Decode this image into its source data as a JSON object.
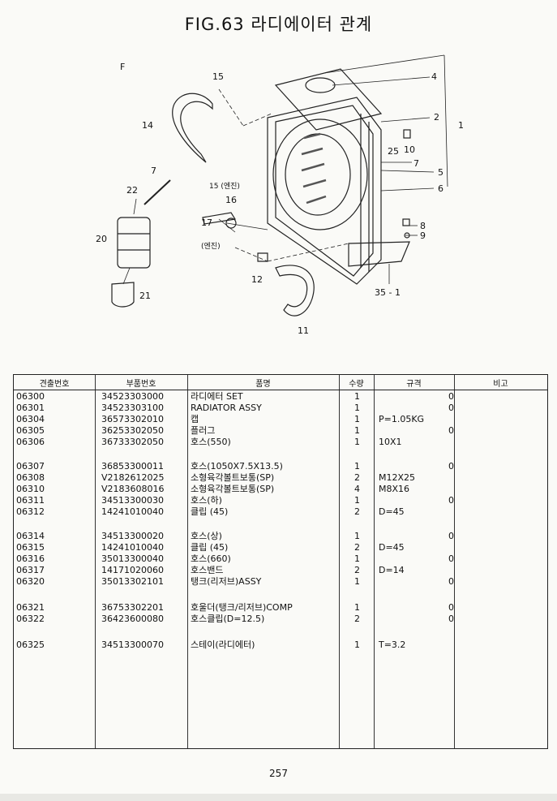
{
  "figure": {
    "title": "FIG.63 라디에이터 관계",
    "callouts": {
      "f": "F",
      "n1": "1",
      "n2": "2",
      "n4": "4",
      "n5": "5",
      "n6": "6",
      "n7a": "7",
      "n7b": "7",
      "n8": "8",
      "n9": "9",
      "n10": "10",
      "n11": "11",
      "n12": "12",
      "n14": "14",
      "n15a": "15",
      "n15b": "15 (엔진)",
      "n16": "16",
      "n17": "17",
      "n20": "20",
      "n21": "21",
      "n22": "22",
      "n25": "25",
      "n35": "35 - 1",
      "engine": "(엔진)"
    }
  },
  "table": {
    "headers": {
      "no": "견출번호",
      "part_no": "부품번호",
      "name": "품명",
      "qty": "수량",
      "spec": "규격",
      "note": "비고"
    },
    "rows": [
      {
        "no": "06300",
        "part_no": "34523303000",
        "name": "라디에터 SET",
        "qty": "1",
        "spec": "",
        "chk": "0"
      },
      {
        "no": "06301",
        "part_no": "34523303100",
        "name": "RADIATOR ASSY",
        "qty": "1",
        "spec": "",
        "chk": "0"
      },
      {
        "no": "06304",
        "part_no": "36573302010",
        "name": "캡",
        "qty": "1",
        "spec": "P=1.05KG",
        "chk": ""
      },
      {
        "no": "06305",
        "part_no": "36253302050",
        "name": "플러그",
        "qty": "1",
        "spec": "",
        "chk": "0"
      },
      {
        "no": "06306",
        "part_no": "36733302050",
        "name": "호스(550)",
        "qty": "1",
        "spec": "10X1",
        "chk": ""
      },
      {
        "no": "06307",
        "part_no": "36853300011",
        "name": "호스(1050X7.5X13.5)",
        "qty": "1",
        "spec": "",
        "chk": "0"
      },
      {
        "no": "06308",
        "part_no": "V2182612025",
        "name": "소형육각볼트보통(SP)",
        "qty": "2",
        "spec": "M12X25",
        "chk": ""
      },
      {
        "no": "06310",
        "part_no": "V2183608016",
        "name": "소형육각볼트보통(SP)",
        "qty": "4",
        "spec": "M8X16",
        "chk": ""
      },
      {
        "no": "06311",
        "part_no": "34513300030",
        "name": "호스(하)",
        "qty": "1",
        "spec": "",
        "chk": "0"
      },
      {
        "no": "06312",
        "part_no": "14241010040",
        "name": "클립 (45)",
        "qty": "2",
        "spec": "D=45",
        "chk": ""
      },
      {
        "no": "06314",
        "part_no": "34513300020",
        "name": "호스(상)",
        "qty": "1",
        "spec": "",
        "chk": "0"
      },
      {
        "no": "06315",
        "part_no": "14241010040",
        "name": "클립 (45)",
        "qty": "2",
        "spec": "D=45",
        "chk": ""
      },
      {
        "no": "06316",
        "part_no": "35013300040",
        "name": "호스(660)",
        "qty": "1",
        "spec": "",
        "chk": "0"
      },
      {
        "no": "06317",
        "part_no": "14171020060",
        "name": "호스밴드",
        "qty": "2",
        "spec": "D=14",
        "chk": ""
      },
      {
        "no": "06320",
        "part_no": "35013302101",
        "name": "탱크(리저브)ASSY",
        "qty": "1",
        "spec": "",
        "chk": "0"
      },
      {
        "no": "06321",
        "part_no": "36753302201",
        "name": "호울더(탱크/리저브)COMP",
        "qty": "1",
        "spec": "",
        "chk": "0"
      },
      {
        "no": "06322",
        "part_no": "36423600080",
        "name": "호스클립(D=12.5)",
        "qty": "2",
        "spec": "",
        "chk": "0"
      },
      {
        "no": "06325",
        "part_no": "34513300070",
        "name": "스테이(라디에터)",
        "qty": "1",
        "spec": "T=3.2",
        "chk": ""
      }
    ]
  },
  "page_number": "257"
}
